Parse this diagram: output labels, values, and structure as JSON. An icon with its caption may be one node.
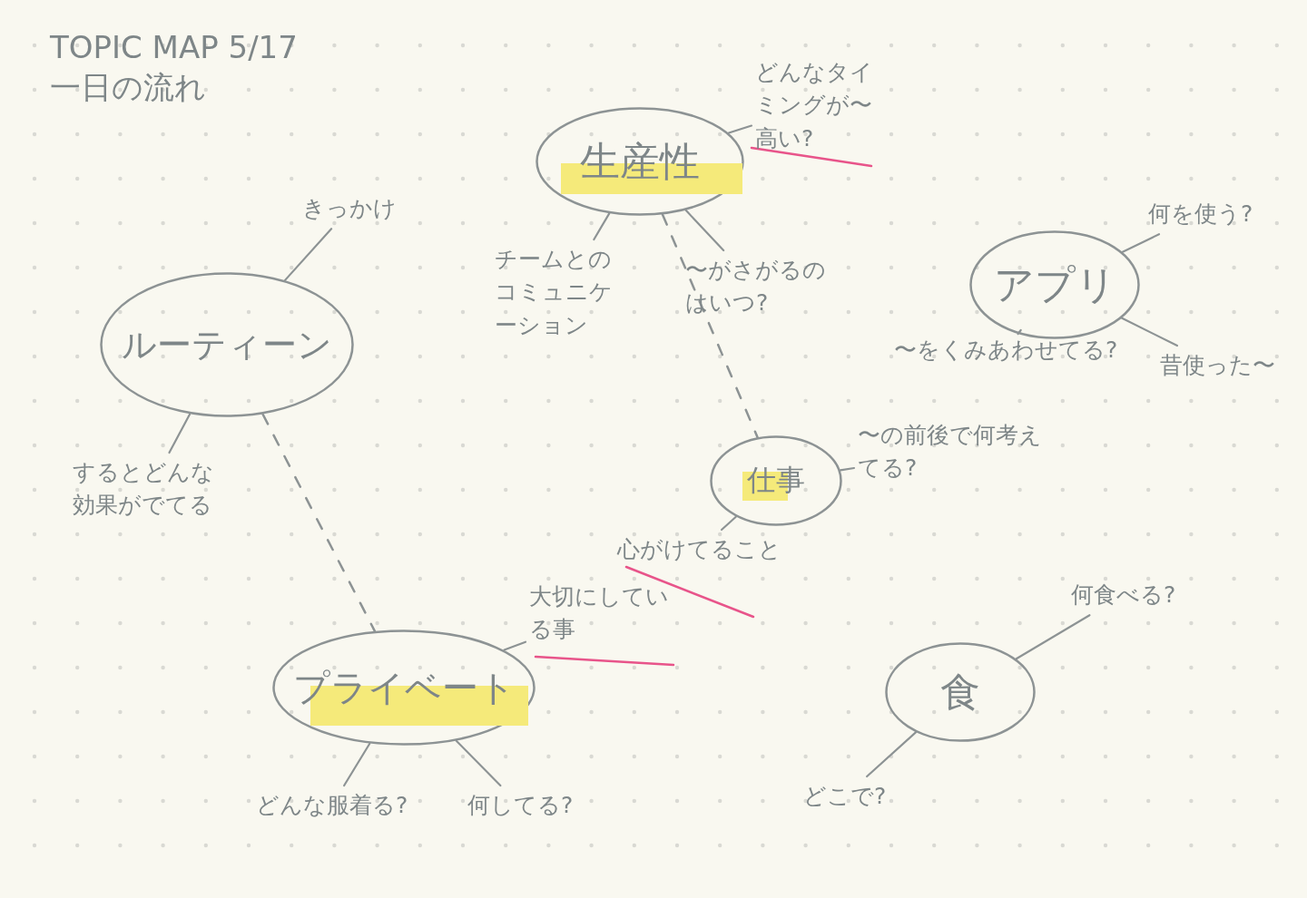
{
  "diagram": {
    "title": "TOPIC MAP 5/17 一日の流れ",
    "nodes": [
      {
        "text": [
          "生産性"
        ]
      },
      {
        "text": [
          "アプリ"
        ]
      },
      {
        "text": [
          "ルーティーン"
        ]
      },
      {
        "text": [
          "仕事"
        ]
      },
      {
        "text": [
          "プライベート"
        ]
      },
      {
        "text": [
          "食"
        ]
      },
      {
        "text": [
          "どんなタイミングが〜高い?"
        ]
      },
      {
        "text": [
          "チームとのコミュニケーション"
        ]
      },
      {
        "text": [
          "〜がさがるのはいつ?"
        ]
      },
      {
        "text": [
          "何を使う?"
        ]
      },
      {
        "text": [
          "〜をくみあわせてる?"
        ]
      },
      {
        "text": [
          "昔使った〜"
        ]
      },
      {
        "text": [
          "きっかけ"
        ]
      },
      {
        "text": [
          "するとどんな効果がでてる"
        ]
      },
      {
        "text": [
          "〜の前後で何考えてる?"
        ]
      },
      {
        "text": [
          "心がけてること"
        ]
      },
      {
        "text": [
          "大切にしている事"
        ]
      },
      {
        "text": [
          "どんな服着る?"
        ]
      },
      {
        "text": [
          "何してる?"
        ]
      },
      {
        "text": [
          "何食べる?"
        ]
      },
      {
        "text": [
          "どこで?"
        ]
      }
    ],
    "edges": [
      {
        "from": 0,
        "to": 6,
        "arrow": "none"
      },
      {
        "from": 0,
        "to": 7,
        "arrow": "none"
      },
      {
        "from": 0,
        "to": 8,
        "arrow": "none"
      },
      {
        "from": 1,
        "to": 9,
        "arrow": "none"
      },
      {
        "from": 1,
        "to": 10,
        "arrow": "none"
      },
      {
        "from": 1,
        "to": 11,
        "arrow": "none"
      },
      {
        "from": 2,
        "to": 12,
        "arrow": "none"
      },
      {
        "from": 2,
        "to": 13,
        "arrow": "none"
      },
      {
        "from": 3,
        "to": 14,
        "arrow": "none"
      },
      {
        "from": 3,
        "to": 15,
        "arrow": "none"
      },
      {
        "from": 4,
        "to": 16,
        "arrow": "none"
      },
      {
        "from": 4,
        "to": 17,
        "arrow": "none"
      },
      {
        "from": 4,
        "to": 18,
        "arrow": "none"
      },
      {
        "from": 5,
        "to": 19,
        "arrow": "none"
      },
      {
        "from": 5,
        "to": 20,
        "arrow": "none"
      },
      {
        "from": 0,
        "to": 3,
        "arrow": "none",
        "style": "dashed"
      },
      {
        "from": 2,
        "to": 4,
        "arrow": "none",
        "style": "dashed"
      }
    ]
  }
}
